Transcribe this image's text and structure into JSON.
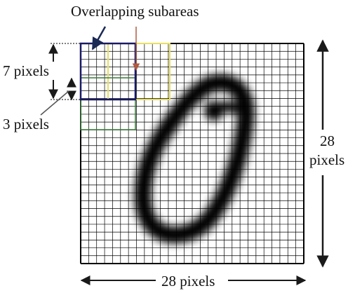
{
  "labels": {
    "title": "Overlapping subareas",
    "seven_pixels": "7 pixels",
    "three_pixels": "3 pixels",
    "vertical_number": "28",
    "vertical_unit": "pixels",
    "horizontal": "28 pixels"
  },
  "grid": {
    "rows": 28,
    "cols": 28,
    "line_color": "#000000"
  },
  "subareas": {
    "size_pixels": 7,
    "overlap_pixels": 3,
    "colors": [
      "#1a1a66",
      "#e8e060",
      "#3a7a3a"
    ]
  },
  "digit": {
    "value": "0",
    "color": "#000000"
  },
  "colors": {
    "arrow": "#1a1a1a",
    "title_pointer_left": "#1a2a55",
    "title_pointer_right": "#b05a40"
  }
}
